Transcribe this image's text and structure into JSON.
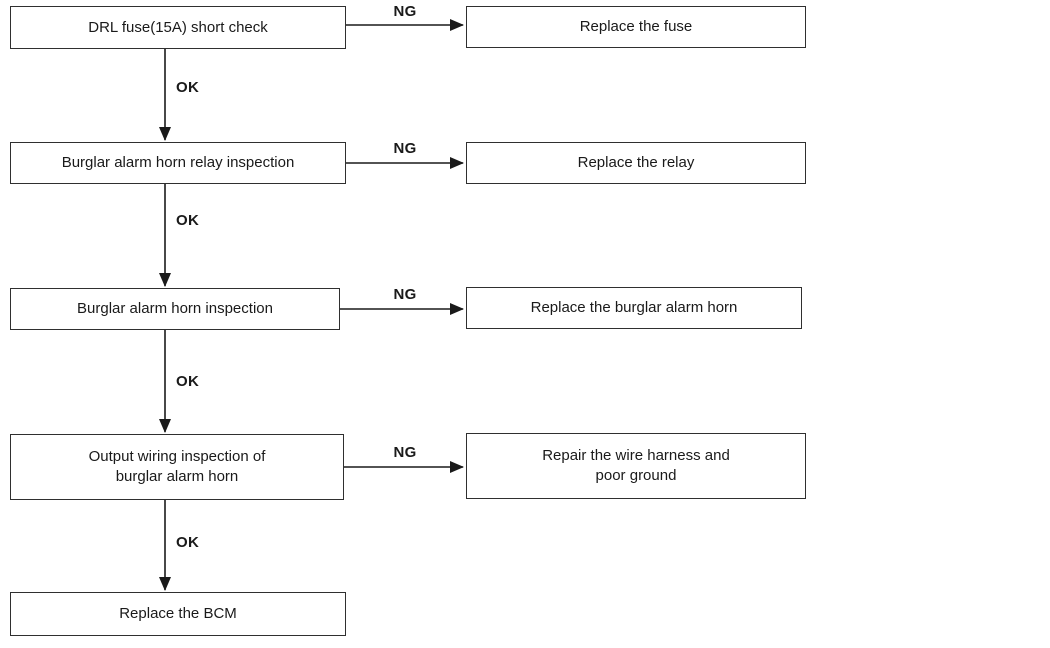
{
  "colors": {
    "background": "#ffffff",
    "box_border": "#2f2f2f",
    "text": "#1a1a1a",
    "arrow": "#1a1a1a"
  },
  "flow": {
    "connector_labels": {
      "ok": "OK",
      "ng": "NG"
    },
    "rows": [
      {
        "step": "DRL fuse(15A) short check",
        "ng_action": "Replace the fuse"
      },
      {
        "step": "Burglar alarm horn relay inspection",
        "ng_action": "Replace the relay"
      },
      {
        "step": "Burglar alarm horn inspection",
        "ng_action": "Replace the burglar alarm horn"
      },
      {
        "step": "Output wiring inspection of\nburglar alarm horn",
        "ng_action": "Repair the wire harness and\npoor ground"
      }
    ],
    "final_step": "Replace the BCM"
  }
}
